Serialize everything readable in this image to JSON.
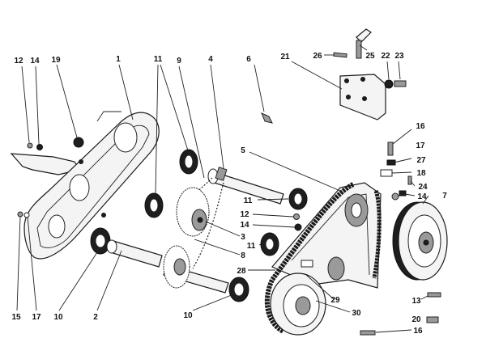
{
  "callouts": [
    {
      "id": "c12a",
      "text": "12"
    },
    {
      "id": "c14a",
      "text": "14"
    },
    {
      "id": "c19",
      "text": "19"
    },
    {
      "id": "c1",
      "text": "1"
    },
    {
      "id": "c11a",
      "text": "11"
    },
    {
      "id": "c9",
      "text": "9"
    },
    {
      "id": "c4",
      "text": "4"
    },
    {
      "id": "c6",
      "text": "6"
    },
    {
      "id": "c21",
      "text": "21"
    },
    {
      "id": "c26",
      "text": "26"
    },
    {
      "id": "c25",
      "text": "25"
    },
    {
      "id": "c22",
      "text": "22"
    },
    {
      "id": "c23",
      "text": "23"
    },
    {
      "id": "c16",
      "text": "16"
    },
    {
      "id": "c17a",
      "text": "17"
    },
    {
      "id": "c27",
      "text": "27"
    },
    {
      "id": "c18",
      "text": "18"
    },
    {
      "id": "c24",
      "text": "24"
    },
    {
      "id": "c14c",
      "text": "14"
    },
    {
      "id": "c7",
      "text": "7"
    },
    {
      "id": "c5",
      "text": "5"
    },
    {
      "id": "c11b",
      "text": "11"
    },
    {
      "id": "c12b",
      "text": "12"
    },
    {
      "id": "c14b",
      "text": "14"
    },
    {
      "id": "c3",
      "text": "3"
    },
    {
      "id": "c11c",
      "text": "11"
    },
    {
      "id": "c8",
      "text": "8"
    },
    {
      "id": "c28",
      "text": "28"
    },
    {
      "id": "c29",
      "text": "29"
    },
    {
      "id": "c30",
      "text": "30"
    },
    {
      "id": "c13",
      "text": "13"
    },
    {
      "id": "c20",
      "text": "20"
    },
    {
      "id": "c16b",
      "text": "16"
    },
    {
      "id": "c15",
      "text": "15"
    },
    {
      "id": "c17b",
      "text": "17"
    },
    {
      "id": "c10a",
      "text": "10"
    },
    {
      "id": "c2",
      "text": "2"
    },
    {
      "id": "c10b",
      "text": "10"
    }
  ]
}
